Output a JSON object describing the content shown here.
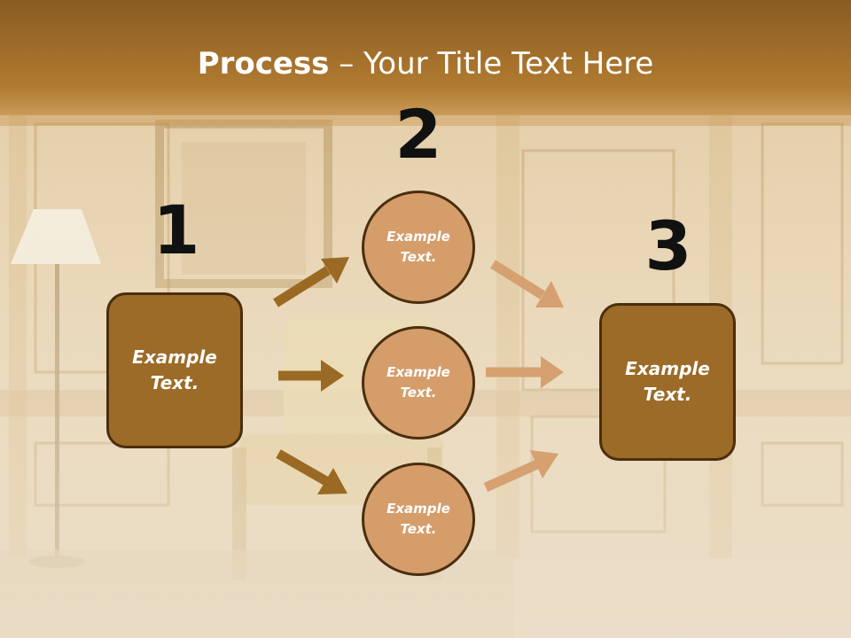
{
  "title": {
    "bold": "Process",
    "rest": " – Your Title Text Here"
  },
  "colors": {
    "header_band": "#a8752c",
    "box_fill": "#9c6b28",
    "circle_fill": "#d49d6a",
    "outline": "#4a2e0e",
    "arrow_dark": "#9a6a24",
    "arrow_light": "#d6a070"
  },
  "steps": [
    {
      "number": "1",
      "label": "Example Text."
    },
    {
      "number": "2",
      "circles": [
        "Example Text.",
        "Example Text.",
        "Example Text."
      ]
    },
    {
      "number": "3",
      "label": "Example Text."
    }
  ]
}
